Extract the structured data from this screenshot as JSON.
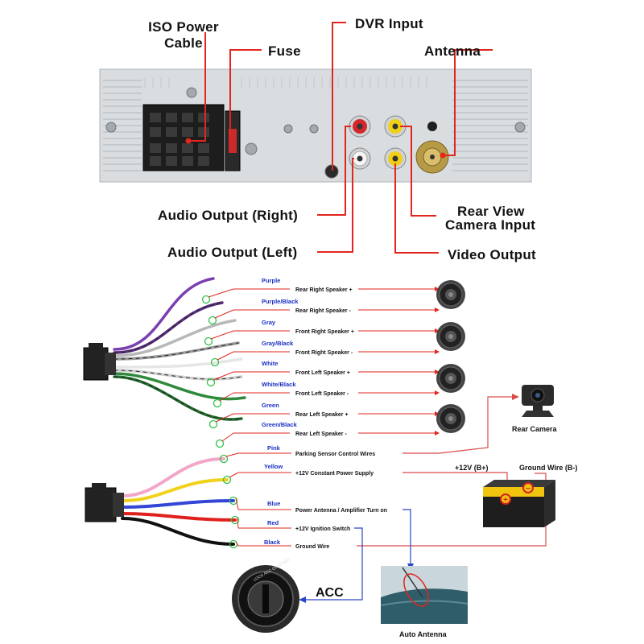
{
  "head_unit": {
    "labels": {
      "iso_power_cable": [
        "ISO Power",
        "Cable"
      ],
      "fuse": "Fuse",
      "dvr_input": "DVR Input",
      "antenna": "Antenna",
      "audio_right": "Audio Output (Right)",
      "audio_left": "Audio Output (Left)",
      "rear_view_camera": [
        "Rear View",
        "Camera Input"
      ],
      "video_output": "Video Output"
    }
  },
  "speaker_wires": [
    {
      "color": "Purple",
      "function": "Rear Right Speaker +",
      "hex": "#7a3fb0"
    },
    {
      "color": "Purple/Black",
      "function": "Rear Right Speaker -",
      "hex": "#5a2d7a"
    },
    {
      "color": "Gray",
      "function": "Front Right Speaker +",
      "hex": "#b8b8b8"
    },
    {
      "color": "Gray/Black",
      "function": "Front Right Speaker -",
      "hex": "#9a9a9a"
    },
    {
      "color": "White",
      "function": "Front Left Speaker +",
      "hex": "#e6e6e6"
    },
    {
      "color": "White/Black",
      "function": "Front Left Speaker -",
      "hex": "#d0d0d0"
    },
    {
      "color": "Green",
      "function": "Rear Left Speaker +",
      "hex": "#2f8a3c"
    },
    {
      "color": "Green/Black",
      "function": "Rear Left Speaker -",
      "hex": "#226b2d"
    }
  ],
  "power_wires": [
    {
      "color": "Pink",
      "function": "Parking Sensor Control Wires",
      "hex": "#f2a6c9"
    },
    {
      "color": "Yellow",
      "function": "+12V Constant Power Supply",
      "hex": "#f1d21a"
    },
    {
      "color": "Blue",
      "function": "Power Antenna / Amplifier Turn on",
      "hex": "#3346d6"
    },
    {
      "color": "Red",
      "function": "+12V  Ignition Switch",
      "hex": "#e0201c"
    },
    {
      "color": "Black",
      "function": "Ground Wire",
      "hex": "#111111"
    }
  ],
  "devices": {
    "rear_camera": "Rear Camera",
    "battery_positive": "+12V  (B+)",
    "ground_wire": "Ground Wire (B-)",
    "acc": "ACC",
    "auto_antenna": "Auto Antenna"
  },
  "colors": {
    "leader": "#e2261d",
    "route_red": "#d94a4a",
    "route_blue": "#2a45c8",
    "wire_name": "#1a2fc4",
    "ring": "#2ec24a"
  }
}
